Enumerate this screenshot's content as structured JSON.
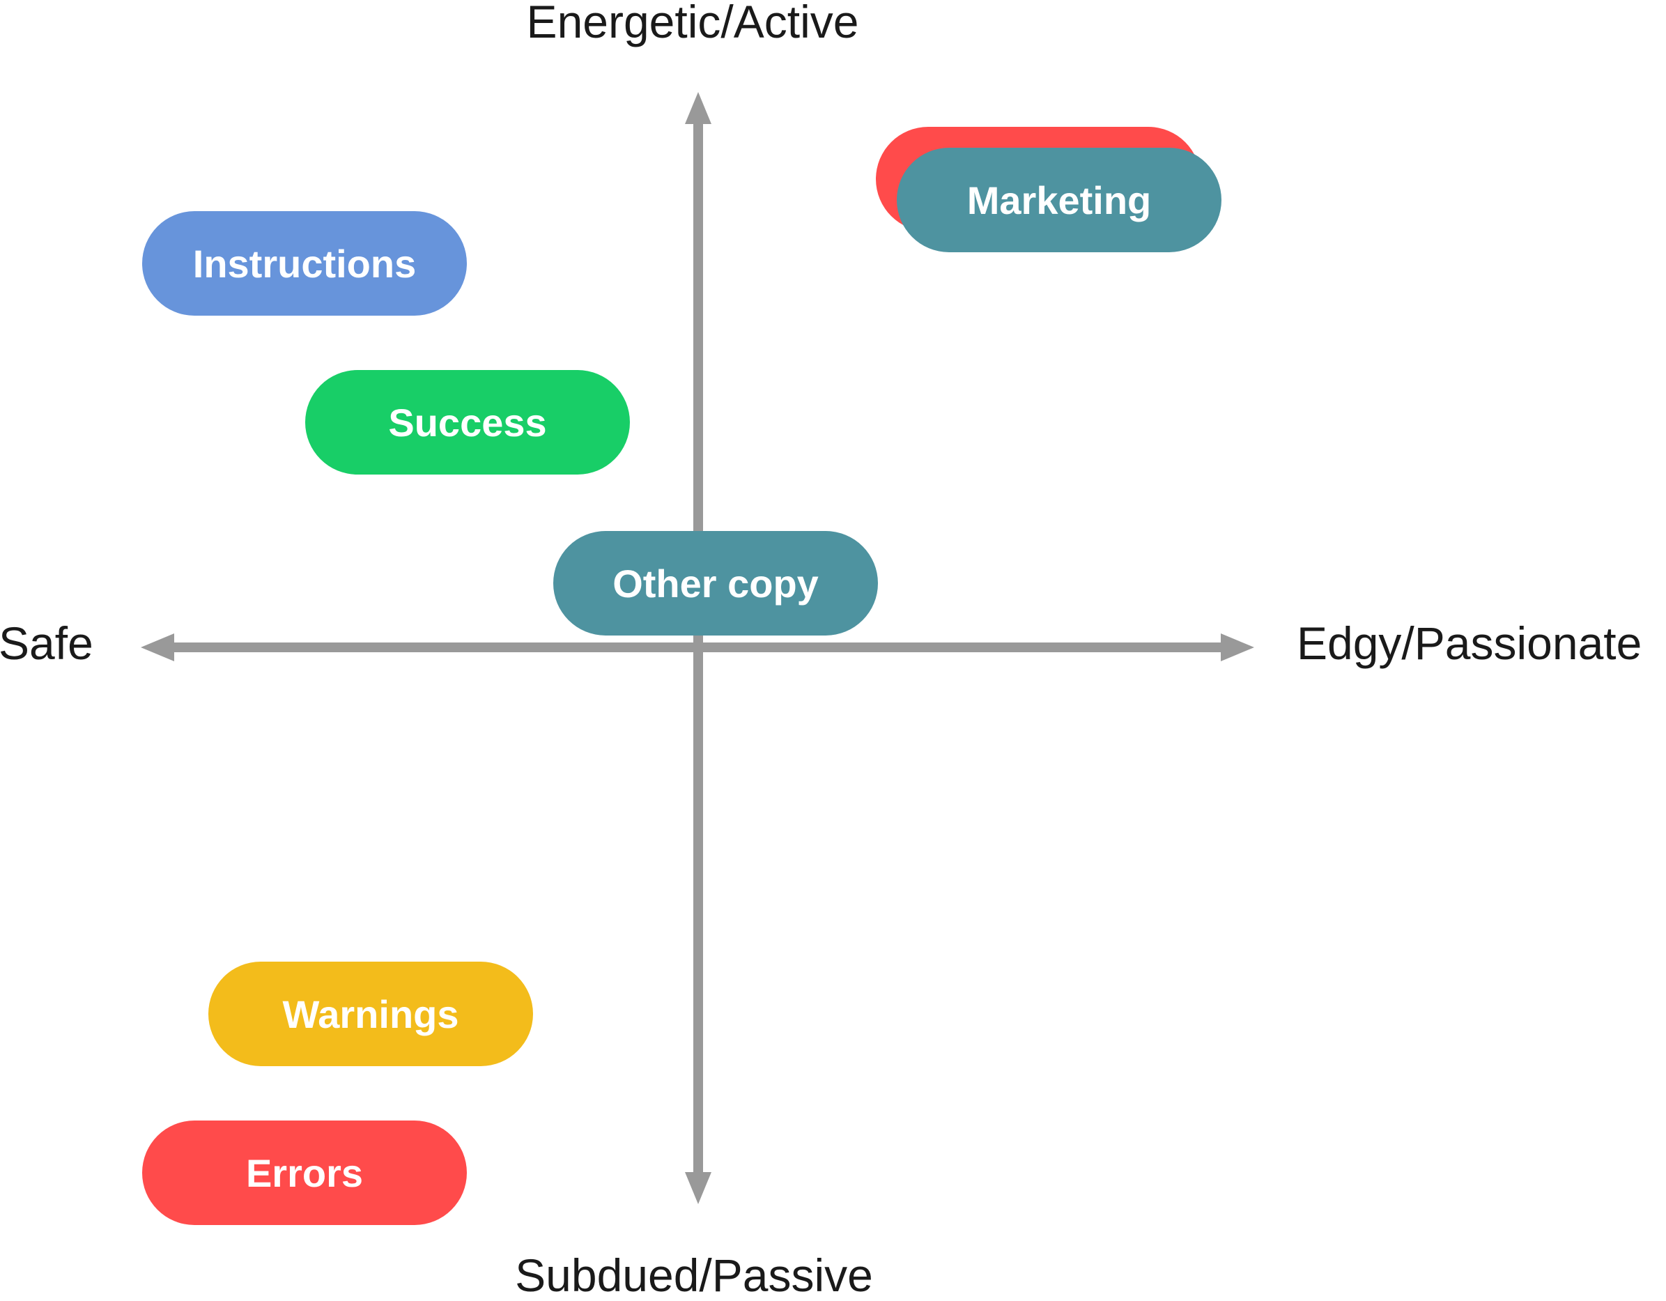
{
  "axes": {
    "top_label": "Energetic/Active",
    "bottom_label": "Subdued/Passive",
    "left_label": "Safe",
    "right_label": "Edgy/Passionate",
    "color": "#999999"
  },
  "pills": {
    "marketing_shadow": {
      "label": "",
      "color": "#ff4b4b"
    },
    "marketing": {
      "label": "Marketing",
      "color": "#4e93a0"
    },
    "instructions": {
      "label": "Instructions",
      "color": "#6794db"
    },
    "success": {
      "label": "Success",
      "color": "#18ce67"
    },
    "other_copy": {
      "label": "Other copy",
      "color": "#4e93a0"
    },
    "warnings": {
      "label": "Warnings",
      "color": "#f3bc1b"
    },
    "errors": {
      "label": "Errors",
      "color": "#ff4b4b"
    }
  }
}
